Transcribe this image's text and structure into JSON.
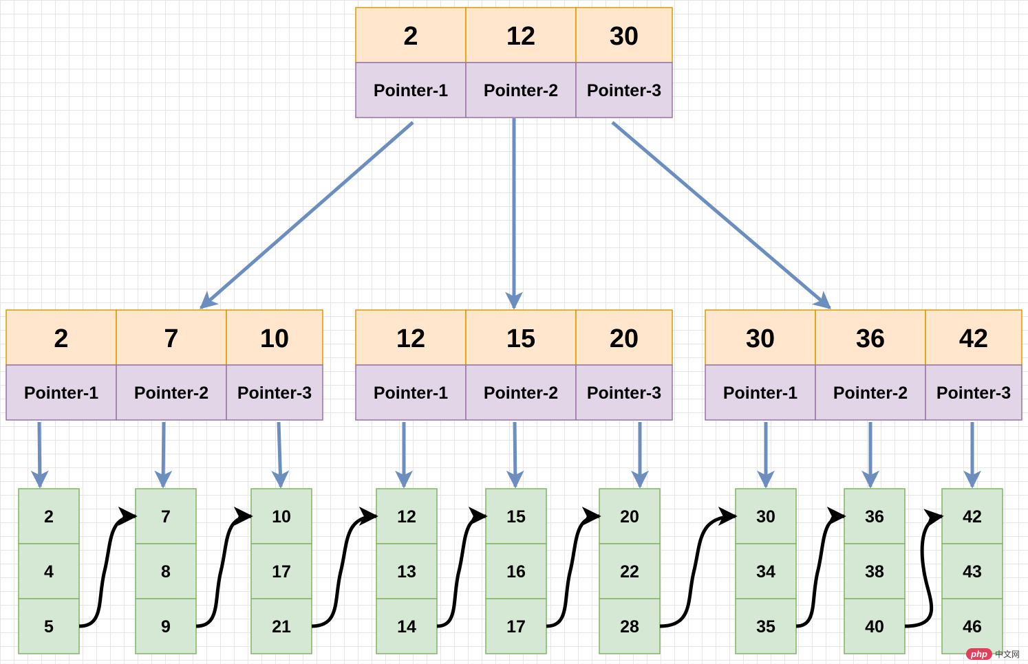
{
  "colors": {
    "key_fill": "#ffe6cc",
    "key_stroke": "#d79b00",
    "pointer_fill": "#e1d5e7",
    "pointer_stroke": "#9673a6",
    "leaf_fill": "#d5e8d4",
    "leaf_stroke": "#82b366",
    "arrow": "#6c8ebf",
    "link": "#000000"
  },
  "root": {
    "keys": [
      "2",
      "12",
      "30"
    ],
    "pointers": [
      "Pointer-1",
      "Pointer-2",
      "Pointer-3"
    ]
  },
  "internal_nodes": [
    {
      "keys": [
        "2",
        "7",
        "10"
      ],
      "pointers": [
        "Pointer-1",
        "Pointer-2",
        "Pointer-3"
      ]
    },
    {
      "keys": [
        "12",
        "15",
        "20"
      ],
      "pointers": [
        "Pointer-1",
        "Pointer-2",
        "Pointer-3"
      ]
    },
    {
      "keys": [
        "30",
        "36",
        "42"
      ],
      "pointers": [
        "Pointer-1",
        "Pointer-2",
        "Pointer-3"
      ]
    }
  ],
  "leaves": [
    [
      "2",
      "4",
      "5"
    ],
    [
      "7",
      "8",
      "9"
    ],
    [
      "10",
      "17",
      "21"
    ],
    [
      "12",
      "13",
      "14"
    ],
    [
      "15",
      "16",
      "17"
    ],
    [
      "20",
      "22",
      "28"
    ],
    [
      "30",
      "34",
      "35"
    ],
    [
      "36",
      "38",
      "40"
    ],
    [
      "42",
      "43",
      "46"
    ]
  ],
  "watermark": {
    "badge": "php",
    "text": "中文网"
  }
}
